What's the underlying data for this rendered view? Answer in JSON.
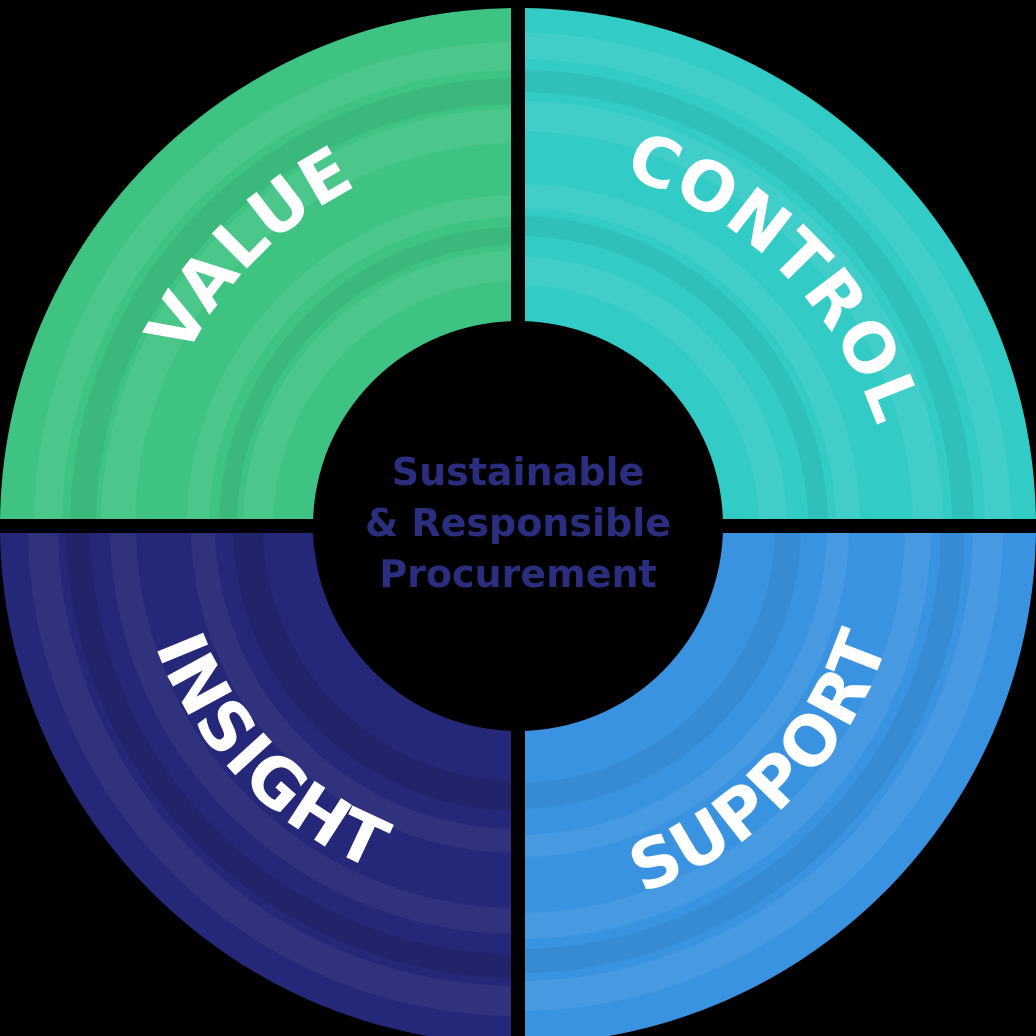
{
  "center": {
    "lines": [
      "Sustainable",
      "& Responsible",
      "Procurement"
    ]
  },
  "quadrants": [
    {
      "id": "value",
      "label": "VALUE",
      "color": "#3fc383"
    },
    {
      "id": "control",
      "label": "CONTROL",
      "color": "#33cbc6"
    },
    {
      "id": "insight",
      "label": "INSIGHT",
      "color": "#252878"
    },
    {
      "id": "support",
      "label": "SUPPORT",
      "color": "#3a93e0"
    }
  ],
  "colors": {
    "background": "#000000",
    "center_disc": "#000000",
    "center_text": "#2b2d7e",
    "label_text": "#ffffff"
  }
}
